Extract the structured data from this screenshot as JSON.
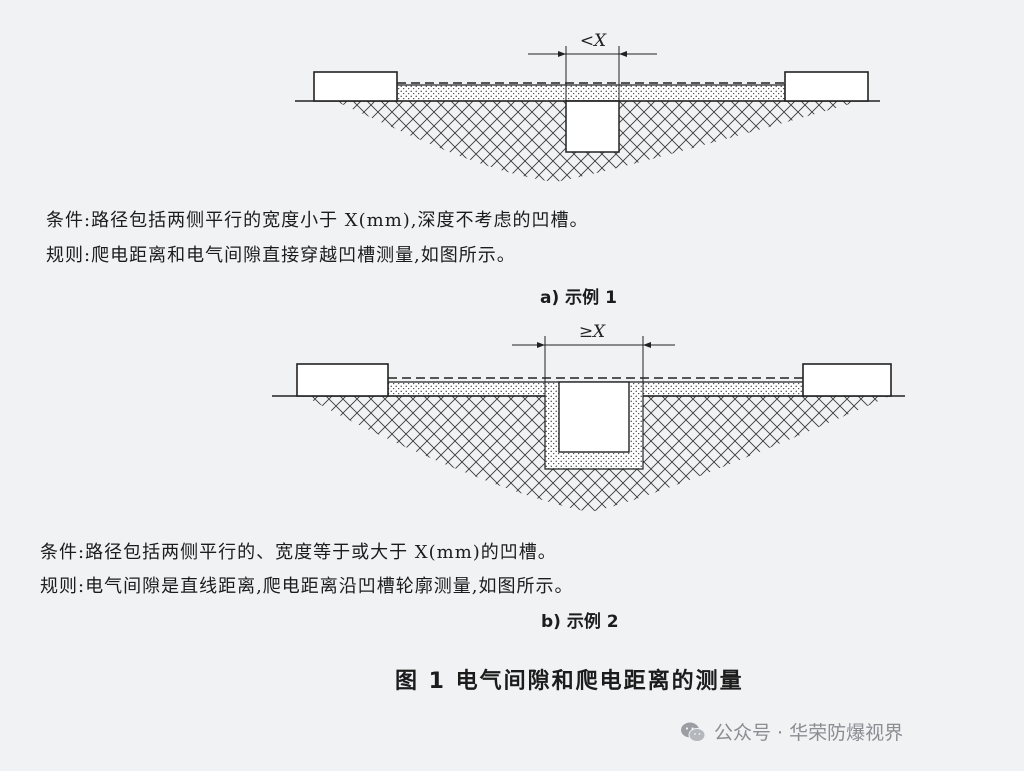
{
  "example1": {
    "dimension_label": "<X",
    "condition": "条件:路径包括两侧平行的宽度小于 X(mm),深度不考虑的凹槽。",
    "rule": "规则:爬电距离和电气间隙直接穿越凹槽测量,如图所示。",
    "caption": "a)  示例 1"
  },
  "example2": {
    "dimension_label": "≥X",
    "condition": "条件:路径包括两侧平行的、宽度等于或大于 X(mm)的凹槽。",
    "rule": "规则:电气间隙是直线距离,爬电距离沿凹槽轮廓测量,如图所示。",
    "caption": "b)  示例 2"
  },
  "figure_title": "图 1   电气间隙和爬电距离的测量",
  "watermark": {
    "text": "公众号 · 华荣防爆视界",
    "icon": "wechat-icon"
  }
}
